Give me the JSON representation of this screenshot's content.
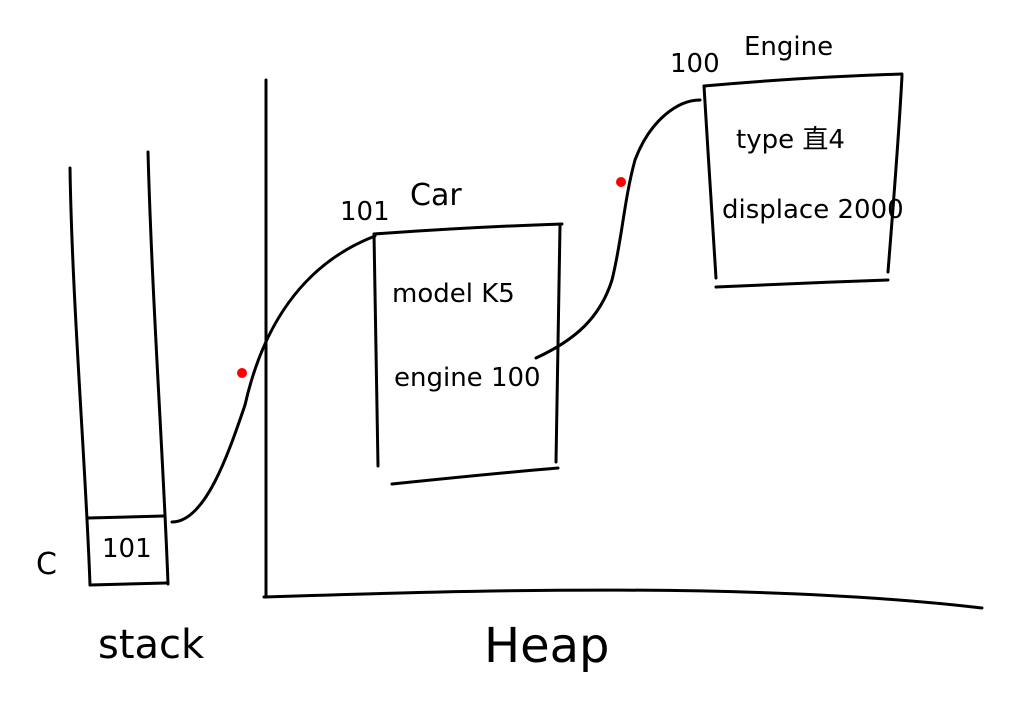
{
  "stack": {
    "title": "stack",
    "variable_name": "C",
    "variable_value": "101"
  },
  "heap": {
    "title": "Heap",
    "car": {
      "address": "101",
      "class_name": "Car",
      "field_model": "model K5",
      "field_engine": "engine 100"
    },
    "engine": {
      "address": "100",
      "class_name": "Engine",
      "field_type": "type 直4",
      "field_displacement": "displace 2000"
    }
  },
  "colors": {
    "ink": "#000000",
    "marker": "#ff0000"
  }
}
